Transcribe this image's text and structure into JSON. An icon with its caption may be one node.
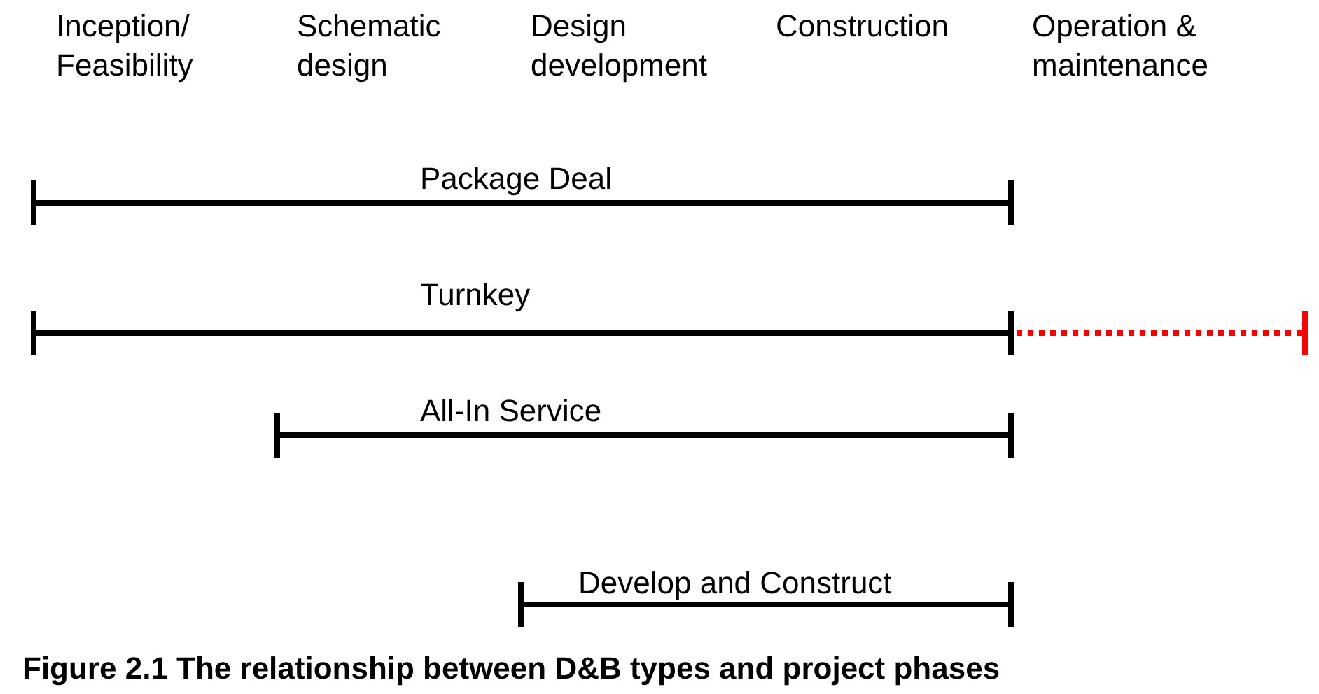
{
  "diagram": {
    "caption": "Figure 2.1 The relationship between D&B types and project phases",
    "labels": [
      "Inception/ Feasibility",
      "Schematic design",
      "Design development",
      "Construction",
      "Operation & maintenance",
      "Package Deal",
      "Turnkey",
      "All-In Service",
      "Develop and Construct"
    ]
  }
}
